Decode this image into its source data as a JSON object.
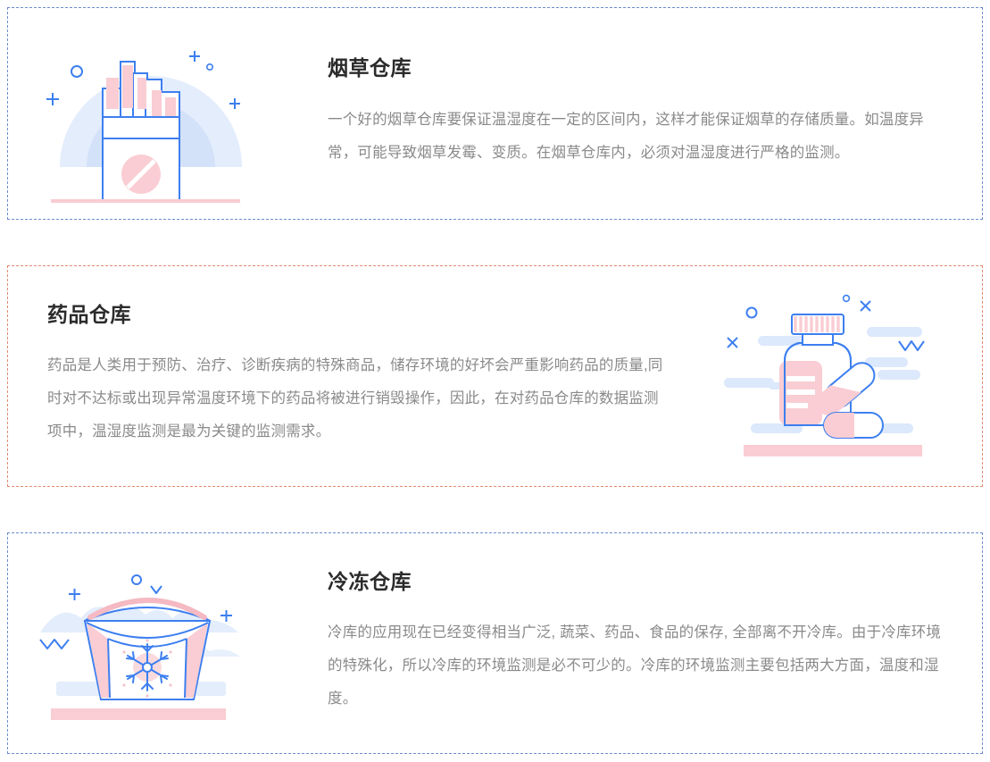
{
  "page": {
    "background_color": "#ffffff",
    "title_color": "#2b2b2b",
    "body_color": "#8a8a8a",
    "accent_blue": "#3d7ff0",
    "accent_pink": "#f7c5cb",
    "accent_light_blue": "#dce8fb",
    "dash_blue": "#6b8ccd",
    "dash_orange": "#e08a6e"
  },
  "cards": [
    {
      "id": "tobacco-warehouse",
      "title": "烟草仓库",
      "body": "一个好的烟草仓库要保证温湿度在一定的区间内，这样才能保证烟草的存储质量。如温度异常，可能导致烟草发霉、变质。在烟草仓库内，必须对温湿度进行严格的监测。",
      "illustration": "cigarette-pack-illustration",
      "illustration_side": "left",
      "border_color": "#6b8ccd"
    },
    {
      "id": "medicine-warehouse",
      "title": "药品仓库",
      "body": "药品是人类用于预防、治疗、诊断疾病的特殊商品，储存环境的好坏会严重影响药品的质量,同时对不达标或出现异常温度环境下的药品将被进行销毁操作，因此，在对药品仓库的数据监测项中，温湿度监测是最为关键的监测需求。",
      "illustration": "medicine-bottle-illustration",
      "illustration_side": "right",
      "border_color": "#e08a6e"
    },
    {
      "id": "freezer-warehouse",
      "title": "冷冻仓库",
      "body": "冷库的应用现在已经变得相当广泛, 蔬菜、药品、食品的保存, 全部离不开冷库。由于冷库环境的特殊化，所以冷库的环境监测是必不可少的。冷库的环境监测主要包括两大方面，温度和湿度。",
      "illustration": "freezer-illustration",
      "illustration_side": "left",
      "border_color": "#6b8ccd"
    }
  ]
}
